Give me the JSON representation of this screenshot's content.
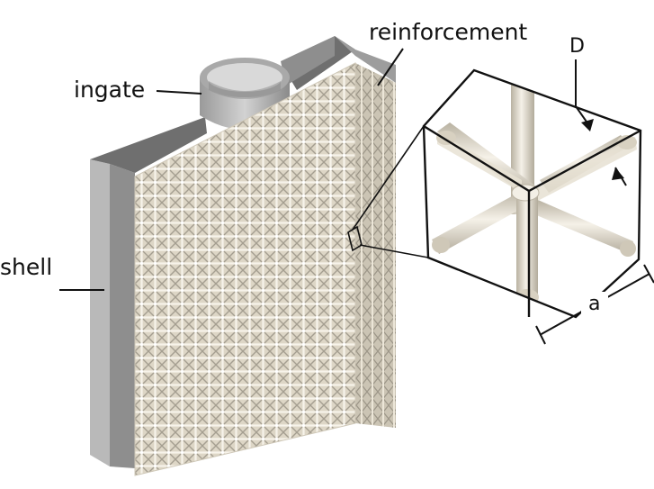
{
  "labels": {
    "reinforcement": "reinforcement",
    "ingate": "ingate",
    "shell": "shell",
    "strut_diameter": "D",
    "cell_size": "a"
  },
  "colors": {
    "shell_front": "#8e8e8e",
    "shell_side": "#b9b9b9",
    "shell_top": "#6b6b6b",
    "lattice_light": "#efe9dc",
    "lattice_mid": "#d6cfbe",
    "lattice_dark": "#a8a294",
    "strut_highlight": "#f6f2ea",
    "strut_shadow": "#bdb6a6",
    "line": "#111111"
  },
  "icons": {
    "pointer": "arrow-icon",
    "dimension": "dimension-bar-icon"
  }
}
